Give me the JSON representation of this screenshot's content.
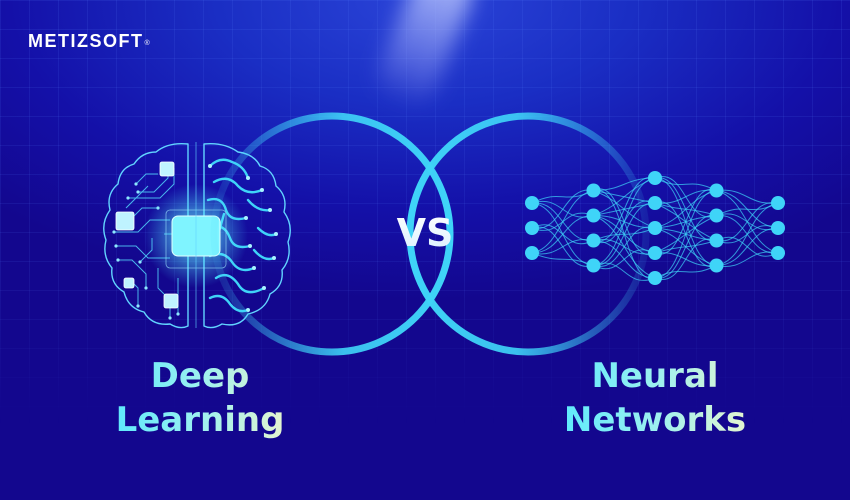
{
  "brand": {
    "logo_text": "METIZSOFT",
    "registered_mark": "®"
  },
  "left": {
    "title_line1": "Deep",
    "title_line2": "Learning",
    "illustration": "circuit-brain-icon"
  },
  "center": {
    "vs_label": "VS",
    "illustration": "intersecting-rings"
  },
  "right": {
    "title_line1": "Neural",
    "title_line2": "Networks",
    "illustration": "neural-network-diagram",
    "layers": [
      3,
      4,
      5,
      4,
      3
    ]
  },
  "colors": {
    "background": "#1410a8",
    "accent_cyan": "#3fd4f8",
    "text_gradient_start": "#4fe8ff",
    "text_gradient_end": "#f6f6c8",
    "logo": "#ffffff"
  }
}
